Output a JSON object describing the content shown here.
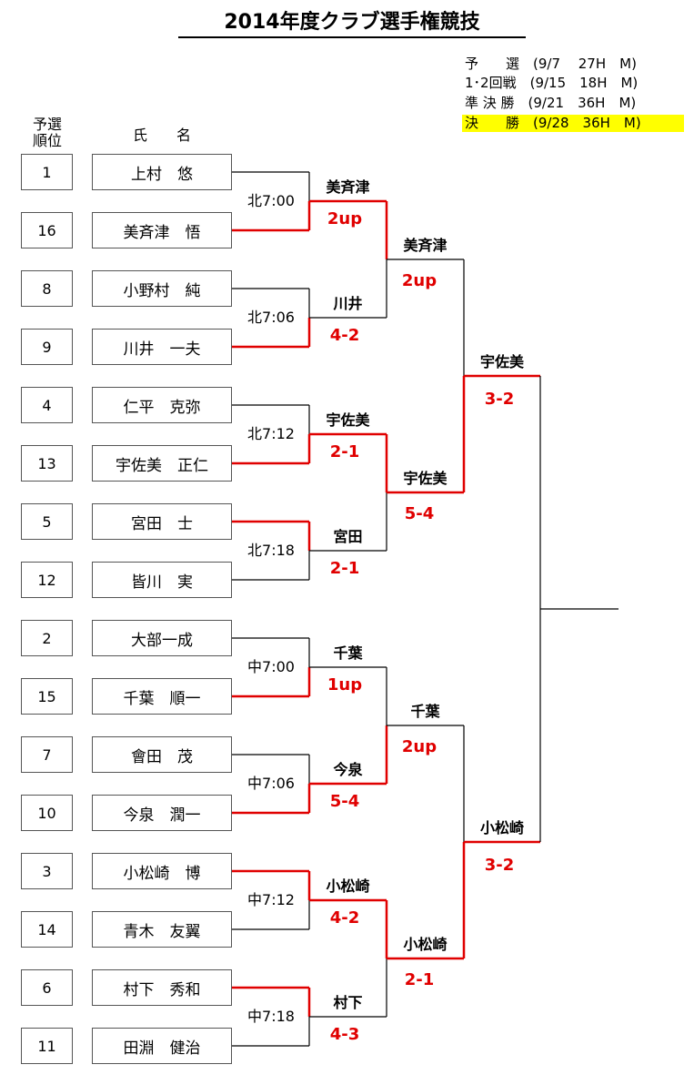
{
  "title": "2014年度クラブ選手権競技",
  "schedule": [
    "予　　選　(9/7　 27H　M)",
    "1･2回戦　(9/15　18H　M)",
    "準 決 勝　(9/21　36H　M)",
    "決　　勝　(9/28　36H　M)"
  ],
  "headers": {
    "seed": "予選\n順位",
    "name": "氏　　名"
  },
  "players": [
    {
      "seed": "1",
      "name": "上村　悠"
    },
    {
      "seed": "16",
      "name": "美斉津　悟"
    },
    {
      "seed": "8",
      "name": "小野村　純"
    },
    {
      "seed": "9",
      "name": "川井　一夫"
    },
    {
      "seed": "4",
      "name": "仁平　克弥"
    },
    {
      "seed": "13",
      "name": "宇佐美　正仁"
    },
    {
      "seed": "5",
      "name": "宮田　士"
    },
    {
      "seed": "12",
      "name": "皆川　実"
    },
    {
      "seed": "2",
      "name": "大部一成"
    },
    {
      "seed": "15",
      "name": "千葉　順一"
    },
    {
      "seed": "7",
      "name": "會田　茂"
    },
    {
      "seed": "10",
      "name": "今泉　潤一"
    },
    {
      "seed": "3",
      "name": "小松崎　博"
    },
    {
      "seed": "14",
      "name": "青木　友翼"
    },
    {
      "seed": "6",
      "name": "村下　秀和"
    },
    {
      "seed": "11",
      "name": "田淵　健治"
    }
  ],
  "tee_times": [
    "北7:00",
    "北7:06",
    "北7:12",
    "北7:18",
    "中7:00",
    "中7:06",
    "中7:12",
    "中7:18"
  ],
  "round1_results": [
    {
      "winner": "美斉津",
      "score": "2up"
    },
    {
      "winner": "川井",
      "score": "4-2"
    },
    {
      "winner": "宇佐美",
      "score": "2-1"
    },
    {
      "winner": "宮田",
      "score": "2-1"
    },
    {
      "winner": "千葉",
      "score": "1up"
    },
    {
      "winner": "今泉",
      "score": "5-4"
    },
    {
      "winner": "小松崎",
      "score": "4-2"
    },
    {
      "winner": "村下",
      "score": "4-3"
    }
  ],
  "round2_results": [
    {
      "winner": "美斉津",
      "score": "2up"
    },
    {
      "winner": "宇佐美",
      "score": "5-4"
    },
    {
      "winner": "千葉",
      "score": "2up"
    },
    {
      "winner": "小松崎",
      "score": "2-1"
    }
  ],
  "semifinal_results": [
    {
      "winner": "宇佐美",
      "score": "3-2"
    },
    {
      "winner": "小松崎",
      "score": "3-2"
    }
  ],
  "colors": {
    "winner_line": "#e00000",
    "line": "#000000",
    "highlight": "#ffff00"
  }
}
